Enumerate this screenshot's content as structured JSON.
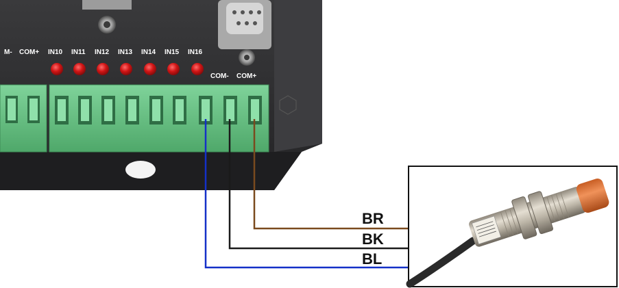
{
  "device": {
    "top_labels": [
      {
        "id": "com-minus-left",
        "text": "M-"
      },
      {
        "id": "com-plus-left",
        "text": "COM+"
      },
      {
        "id": "in10",
        "text": "IN10"
      },
      {
        "id": "in11",
        "text": "IN11"
      },
      {
        "id": "in12",
        "text": "IN12"
      },
      {
        "id": "in13",
        "text": "IN13"
      },
      {
        "id": "in14",
        "text": "IN14"
      },
      {
        "id": "in15",
        "text": "IN15"
      },
      {
        "id": "in16",
        "text": "IN16"
      }
    ],
    "lower_labels": [
      {
        "id": "com-minus-right",
        "text": "COM-"
      },
      {
        "id": "com-plus-right",
        "text": "COM+"
      }
    ],
    "colors": {
      "panel": "#2b2b2d",
      "terminal": "#5fbf7f",
      "led": "#c81010"
    }
  },
  "wires": [
    {
      "label": "BR",
      "color": "#7a4a1e"
    },
    {
      "label": "BK",
      "color": "#1a1a1a"
    },
    {
      "label": "BL",
      "color": "#1430c8"
    }
  ],
  "sensor": {
    "type": "inductive proximity sensor",
    "body_color": "#b9b2a4",
    "cap_color": "#e07a3a"
  }
}
